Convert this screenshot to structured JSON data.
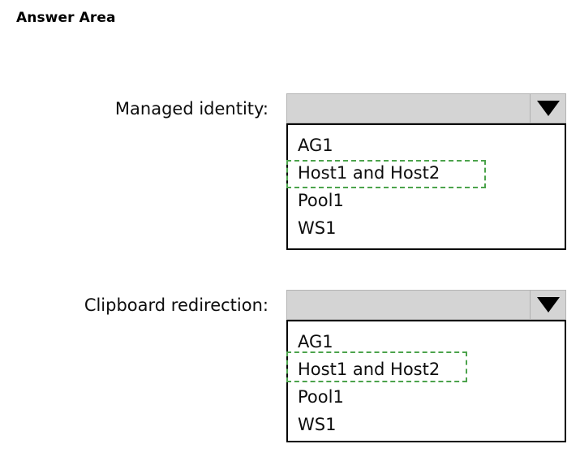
{
  "page": {
    "title": "Answer Area",
    "background": "#ffffff"
  },
  "colors": {
    "highlight_green": "#4ca34c",
    "combo_header_fill": "#d4d4d4",
    "combo_header_border": "#b4b4b4",
    "list_border": "#000000",
    "text": "#0d0d0d"
  },
  "groups": [
    {
      "label": "Managed identity:",
      "combo": {
        "selected_value": "",
        "placeholder": "",
        "arrow_icon": "chevron-down-icon",
        "expanded": true,
        "options": [
          "AG1",
          "Host1 and Host2",
          "Pool1",
          "WS1"
        ],
        "highlighted_option": "Host1 and Host2",
        "highlighted_index": 1
      }
    },
    {
      "label": "Clipboard redirection:",
      "combo": {
        "selected_value": "",
        "placeholder": "",
        "arrow_icon": "chevron-down-icon",
        "expanded": true,
        "options": [
          "AG1",
          "Host1 and Host2",
          "Pool1",
          "WS1"
        ],
        "highlighted_option": "Host1 and Host2",
        "highlighted_index": 1
      }
    }
  ]
}
